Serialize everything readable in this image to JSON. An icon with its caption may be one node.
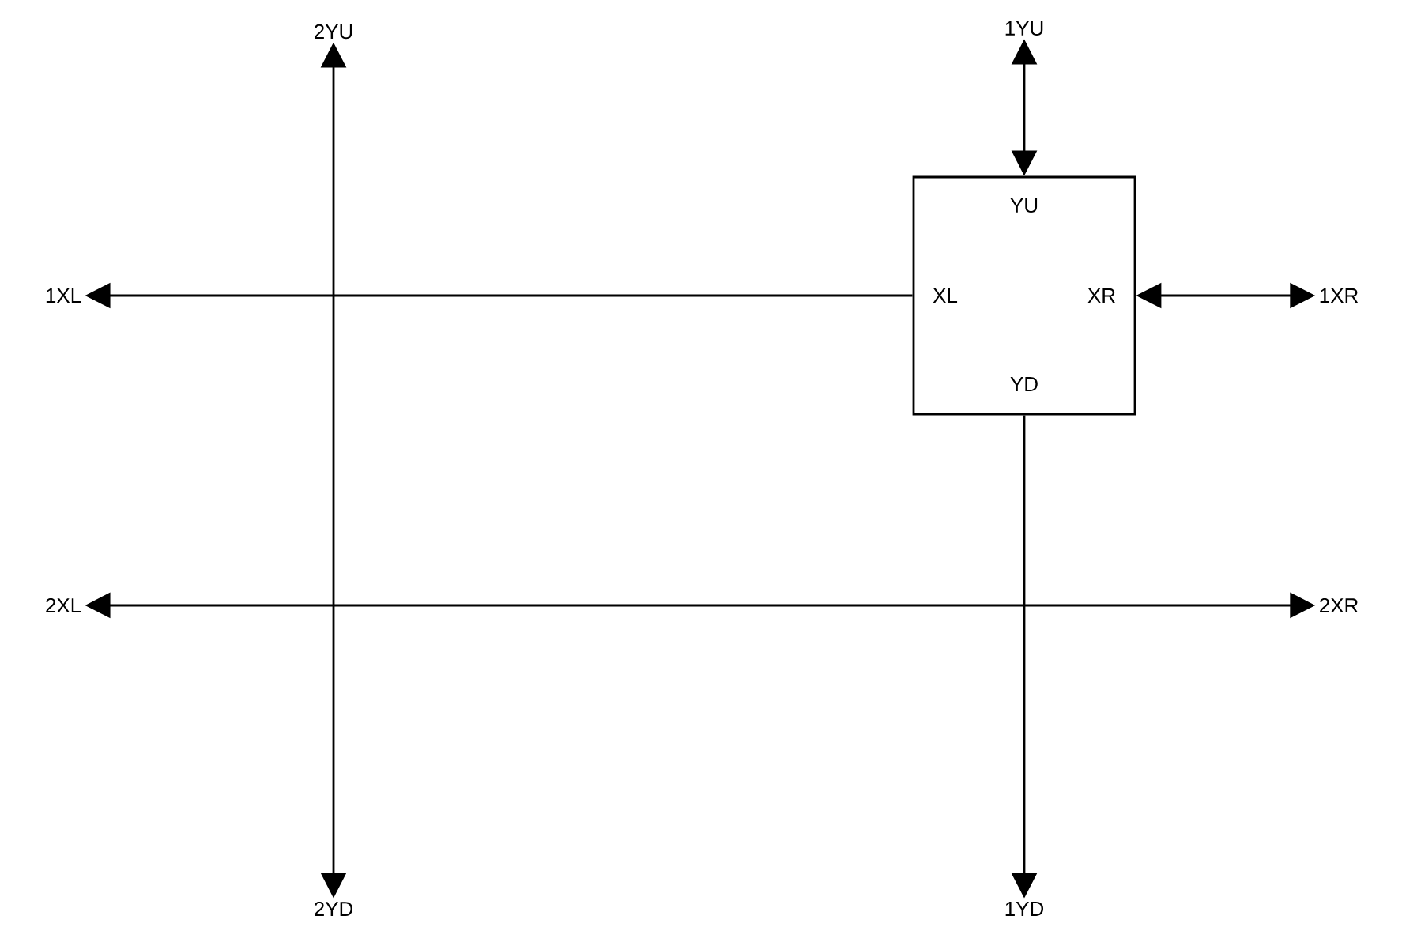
{
  "diagram": {
    "nodes": [
      {
        "text": [
          "2YU"
        ]
      },
      {
        "text": [
          "1YU"
        ]
      },
      {
        "text": [
          "YU",
          "XL",
          "XR",
          "YD"
        ]
      },
      {
        "text": [
          "1XL"
        ]
      },
      {
        "text": [
          "1XR"
        ]
      },
      {
        "text": [
          "2XL"
        ]
      },
      {
        "text": [
          "2XR"
        ]
      },
      {
        "text": [
          "2YD"
        ]
      },
      {
        "text": [
          "1YD"
        ]
      }
    ],
    "edges": [
      {
        "from": 1,
        "to": 2,
        "arrow": "both"
      },
      {
        "from": 2,
        "to": 3,
        "arrow": "to"
      },
      {
        "from": 2,
        "to": 4,
        "arrow": "both"
      },
      {
        "from": 2,
        "to": 8,
        "arrow": "to"
      },
      {
        "from": 0,
        "to": 7,
        "arrow": "both"
      },
      {
        "from": 5,
        "to": 6,
        "arrow": "both"
      }
    ]
  }
}
